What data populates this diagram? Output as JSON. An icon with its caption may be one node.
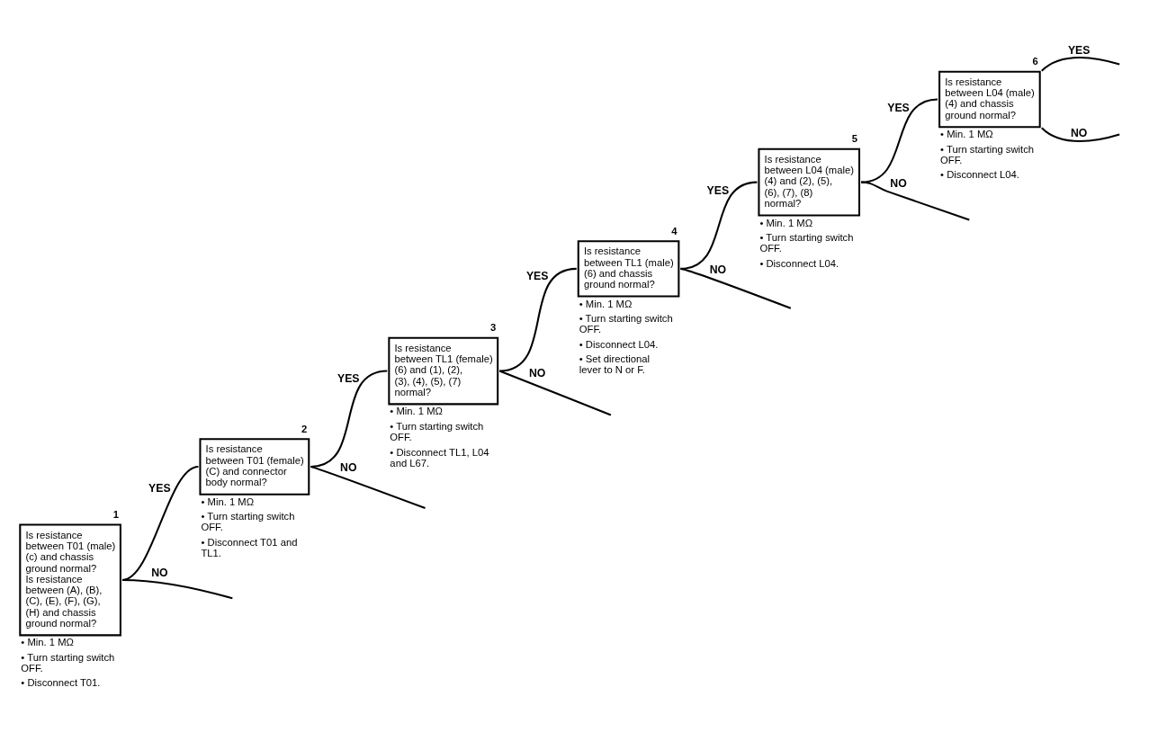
{
  "diagram": {
    "nodes": [
      {
        "text": [
          "Is resistance between T01 (male) (c) and chassis ground normal?",
          "Is resistance between (A), (B), (C), (E), (F), (G), (H) and chassis ground normal?"
        ],
        "beside": [
          "1",
          "• Min. 1 MΩ",
          "• Turn starting switch OFF.",
          "• Disconnect T01."
        ]
      },
      {
        "text": [
          "Is resistance between T01 (female) (C) and connector body normal?"
        ],
        "beside": [
          "2",
          "• Min. 1 MΩ",
          "• Turn starting switch OFF.",
          "• Disconnect T01 and TL1."
        ]
      },
      {
        "text": [
          "Is resistance between TL1 (female) (6) and (1), (2), (3), (4), (5), (7) normal?"
        ],
        "beside": [
          "3",
          "• Min. 1 MΩ",
          "• Turn starting switch OFF.",
          "• Disconnect TL1, L04 and L67."
        ]
      },
      {
        "text": [
          "Is resistance between TL1 (male) (6) and chassis ground normal?"
        ],
        "beside": [
          "4",
          "• Min. 1 MΩ",
          "• Turn starting switch OFF.",
          "• Disconnect L04.",
          "• Set directional lever to N or F."
        ]
      },
      {
        "text": [
          "Is resistance between L04 (male) (4) and (2), (5), (6), (7), (8) normal?"
        ],
        "beside": [
          "5",
          "• Min. 1 MΩ",
          "• Turn starting switch OFF.",
          "• Disconnect L04."
        ]
      },
      {
        "text": [
          "Is resistance between L04 (male) (4) and chassis ground normal?"
        ],
        "beside": [
          "6",
          "• Min. 1 MΩ",
          "• Turn starting switch OFF.",
          "• Disconnect L04."
        ]
      }
    ],
    "edges": [
      {
        "from": 0,
        "to": 1,
        "arrow": "none",
        "label": "YES"
      },
      {
        "from": 0,
        "to": null,
        "arrow": "none",
        "label": "NO"
      },
      {
        "from": 1,
        "to": 2,
        "arrow": "none",
        "label": "YES"
      },
      {
        "from": 1,
        "to": null,
        "arrow": "none",
        "label": "NO"
      },
      {
        "from": 2,
        "to": 3,
        "arrow": "none",
        "label": "YES"
      },
      {
        "from": 2,
        "to": null,
        "arrow": "none",
        "label": "NO"
      },
      {
        "from": 3,
        "to": 4,
        "arrow": "none",
        "label": "YES"
      },
      {
        "from": 3,
        "to": null,
        "arrow": "none",
        "label": "NO"
      },
      {
        "from": 4,
        "to": 5,
        "arrow": "none",
        "label": "YES"
      },
      {
        "from": 4,
        "to": null,
        "arrow": "none",
        "label": "NO"
      },
      {
        "from": 5,
        "to": null,
        "arrow": "none",
        "label": "YES"
      },
      {
        "from": 5,
        "to": null,
        "arrow": "none",
        "label": "NO"
      }
    ]
  }
}
